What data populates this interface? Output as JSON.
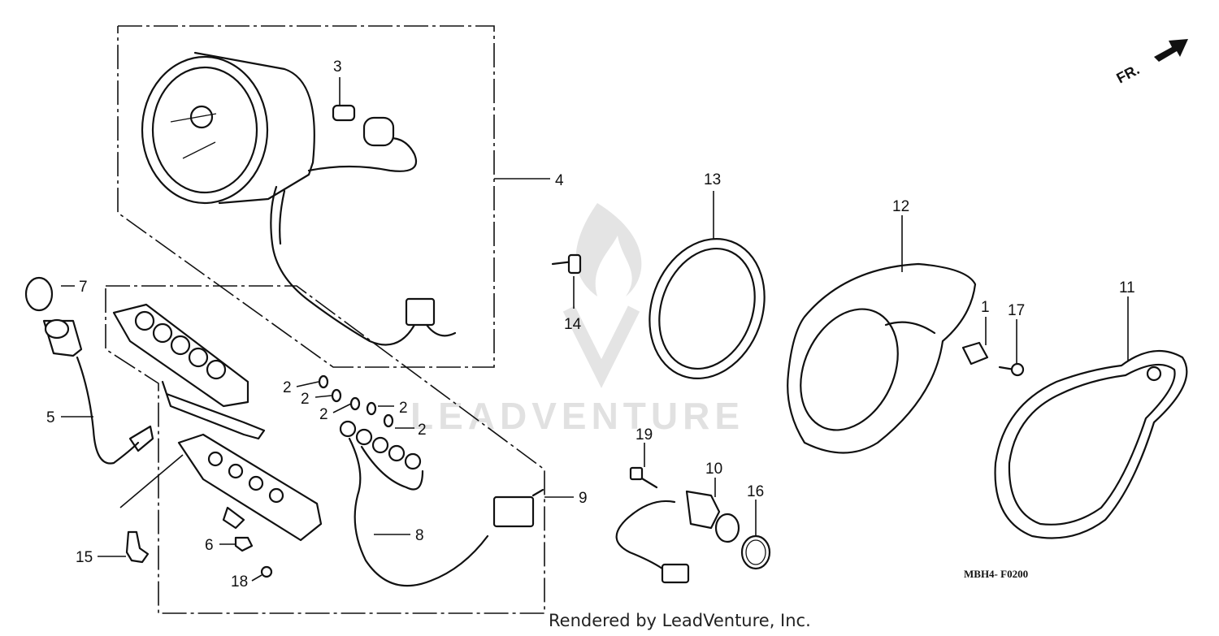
{
  "diagram": {
    "callouts": [
      "1",
      "2",
      "3",
      "4",
      "5",
      "6",
      "7",
      "8",
      "9",
      "10",
      "11",
      "12",
      "13",
      "14",
      "15",
      "16",
      "17",
      "18",
      "19"
    ],
    "diagram_code": "MBH4- F0200",
    "direction_label": "FR.",
    "watermark": "LEADVENTURE",
    "render_credit": "Rendered by LeadVenture, Inc."
  },
  "colors": {
    "ink": "#111111",
    "background": "#ffffff",
    "watermark": "#c9c9c9"
  }
}
